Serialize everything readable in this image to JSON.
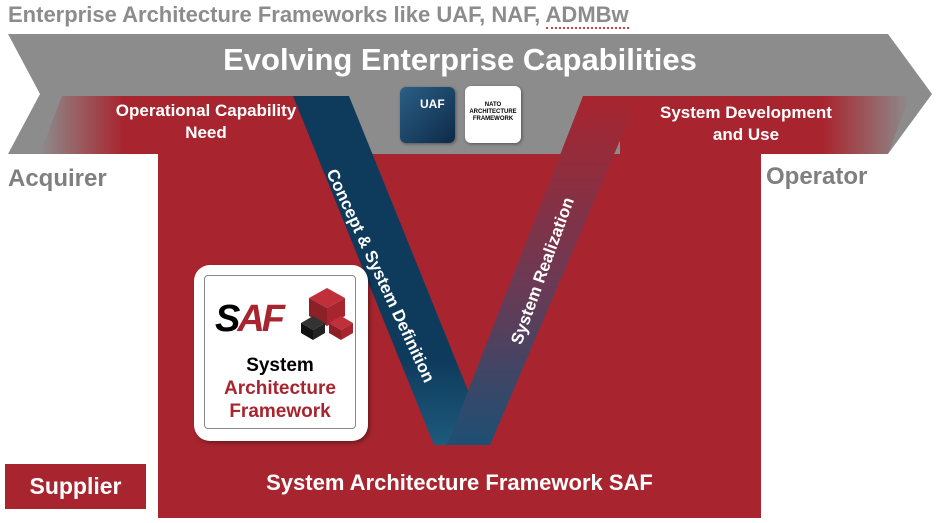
{
  "header": {
    "title_prefix": "Enterprise Architecture Frameworks like UAF, NAF, ",
    "title_underlined": "ADMBw"
  },
  "banner": {
    "title": "Evolving Enterprise Capabilities"
  },
  "left_corner": {
    "line1": "Operational Capability",
    "line2": "Need"
  },
  "right_corner": {
    "line1": "System Development",
    "line2": "and Use"
  },
  "roles": {
    "left": "Acquirer",
    "right": "Operator",
    "bottom": "Supplier"
  },
  "v_model": {
    "left_arm": "Concept & System Definition",
    "right_arm": "System Realization"
  },
  "logos": {
    "uaf": "UAF",
    "naf": [
      "NATO",
      "ARCHITECTURE",
      "FRAMEWORK"
    ],
    "saf_word_s": "S",
    "saf_word_af": "AF",
    "saf_line1": "System",
    "saf_line2": "Architecture",
    "saf_line3": "Framework"
  },
  "footer": {
    "label": "System Architecture Framework SAF"
  },
  "colors": {
    "red": "#a8252f",
    "gray": "#8c8c8c",
    "blue": "#0e3a5c"
  }
}
